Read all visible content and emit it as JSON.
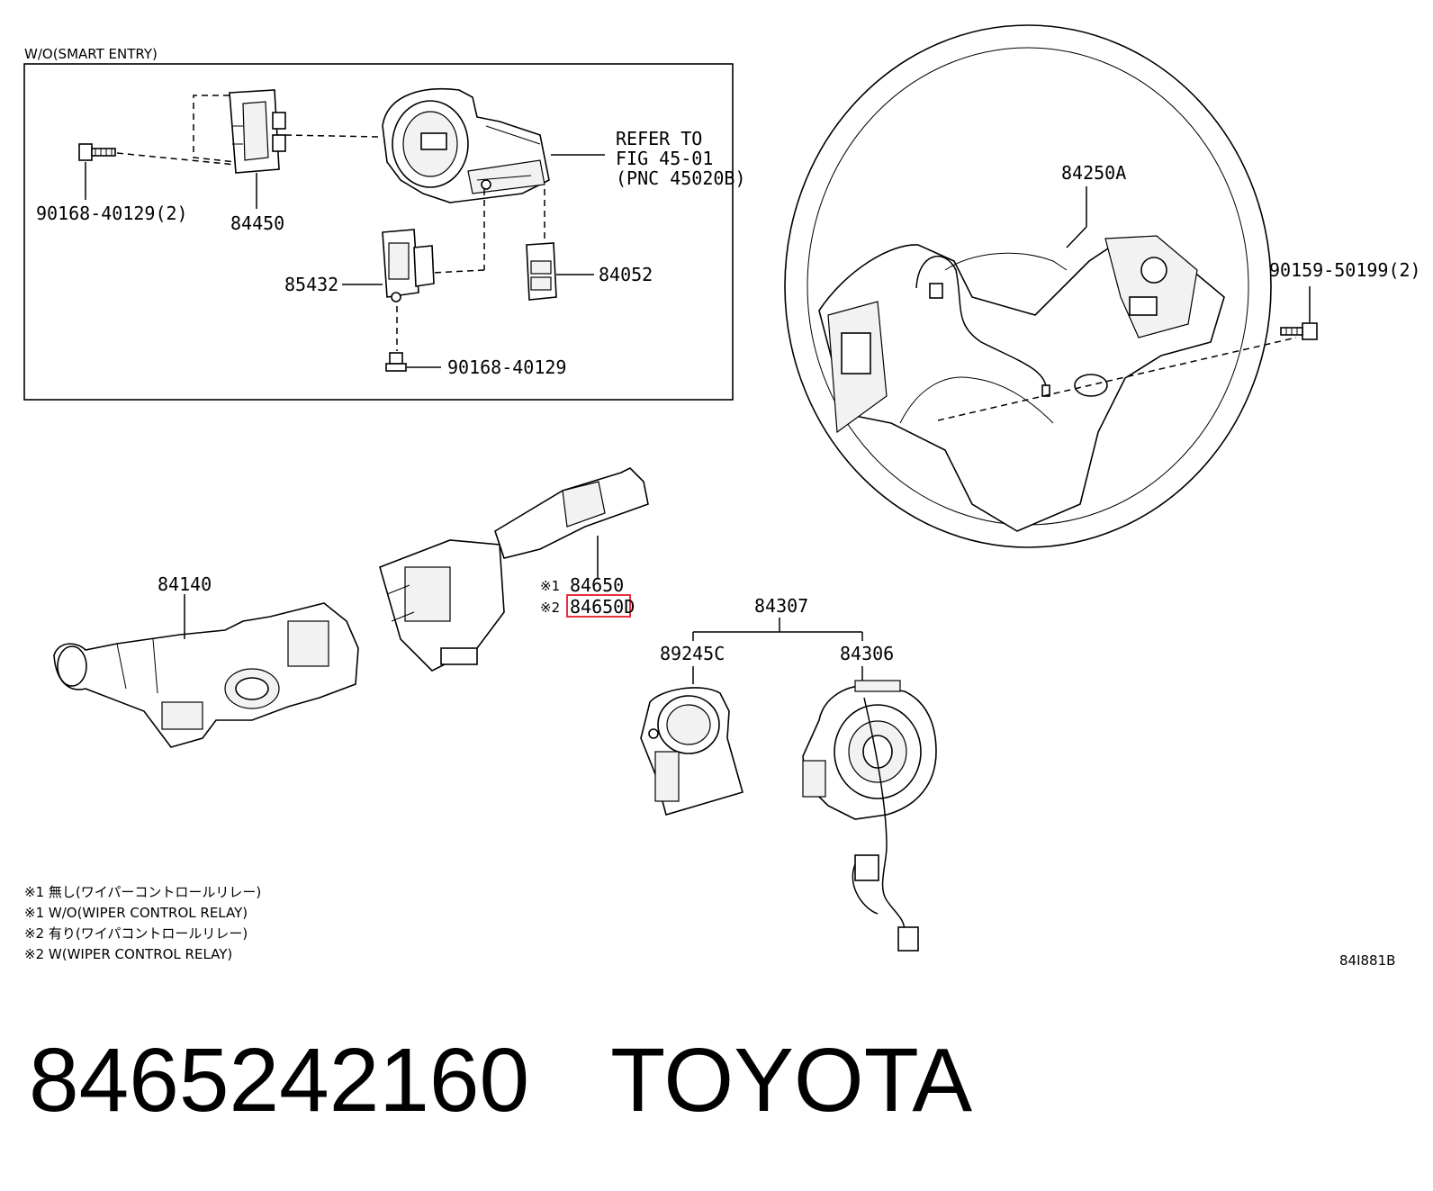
{
  "inset": {
    "title": "W/O(SMART ENTRY)",
    "labels": {
      "bolt_left": "90168-40129(2)",
      "switch_84450": "84450",
      "refer_line1": "REFER TO",
      "refer_line2": "FIG 45-01",
      "refer_line3": "(PNC 45020B)",
      "sensor_85432": "85432",
      "switch_84052": "84052",
      "bolt_bottom": "90168-40129"
    }
  },
  "parts": {
    "steering_wheel_switch": "84250A",
    "screw_right": "90159-50199(2)",
    "combination_switch": "84140",
    "wiper_switch_note1": "※1",
    "wiper_switch": "84650",
    "wiper_switch_note2": "※2",
    "wiper_switch_highlighted": "84650D",
    "spiral_cable_assy": "84307",
    "steering_sensor": "89245C",
    "spiral_cable": "84306"
  },
  "notes": [
    "※1 無し(ワイパーコントロールリレー)",
    "※1 W/O(WIPER CONTROL RELAY)",
    "※2 有り(ワイパコントロールリレー)",
    "※2 W(WIPER CONTROL RELAY)"
  ],
  "figure_code": "84I881B",
  "footer": {
    "part_number": "8465242160",
    "brand": "TOYOTA"
  },
  "colors": {
    "highlight": "#e8303a",
    "line": "#000000",
    "background": "#ffffff"
  }
}
